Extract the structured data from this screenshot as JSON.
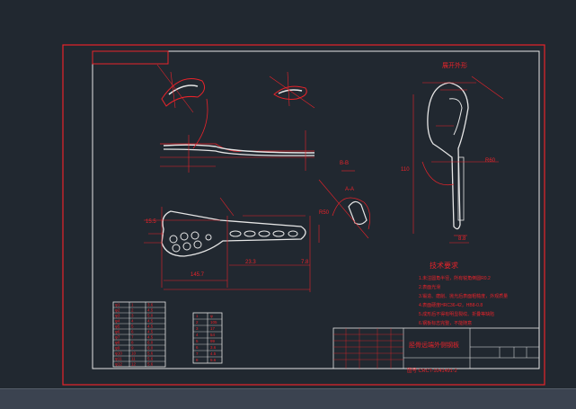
{
  "drawing": {
    "section_title": "展开外形",
    "section_label_1": "B-B",
    "section_label_2": "A-A",
    "tech_title": "技术要求",
    "tech_notes": [
      "1.未注圆角半径，所有锐角倒圆R0.2",
      "2.表面光滑",
      "3.锻造、磨削、抛光后表面粗糙度，外观质量",
      "4.表面硬度HRC36-42，HB8-0.8",
      "5.成形后不得有明显裂纹、折叠等缺陷",
      "6.钢板标志完整，不能随意"
    ],
    "part_name": "胫骨远端外侧钢板",
    "part_code": "图号 CRCT-1041491-2",
    "left_table": {
      "rows": [
        [
          "φ1",
          "1",
          "3.6"
        ],
        [
          "φ2",
          "2",
          "4.5"
        ],
        [
          "φ3",
          "3",
          "5.0"
        ],
        [
          "φ4",
          "4",
          "4.5"
        ],
        [
          "φ5",
          "5",
          "4.5"
        ],
        [
          "φ6",
          "6",
          "4.5"
        ],
        [
          "φ7",
          "7",
          "4.5"
        ],
        [
          "φ8",
          "8",
          "6.0"
        ],
        [
          "φ9",
          "9",
          "6.0"
        ],
        [
          "φ10",
          "10",
          "5.6"
        ],
        [
          "φ11",
          "11",
          "5.6"
        ],
        [
          "φ12",
          "12",
          "5.6"
        ]
      ]
    },
    "right_table": {
      "rows": [
        [
          "1",
          "φ"
        ],
        [
          "2",
          "105"
        ],
        [
          "3",
          "17"
        ],
        [
          "4",
          "54"
        ],
        [
          "5",
          "99"
        ],
        [
          "6",
          "3.6"
        ],
        [
          "7",
          "4.5"
        ],
        [
          "8",
          "5.6"
        ]
      ]
    },
    "dims": {
      "d1": "145.7",
      "d2": "110",
      "d3": "7.8",
      "d4": "8.8",
      "d5": "15.5",
      "d6": "R50",
      "d7": "R60",
      "d8": "23.3"
    }
  },
  "colors": {
    "background": "#212830",
    "frame": "#e8232a",
    "lines": "#e6e6e6"
  }
}
